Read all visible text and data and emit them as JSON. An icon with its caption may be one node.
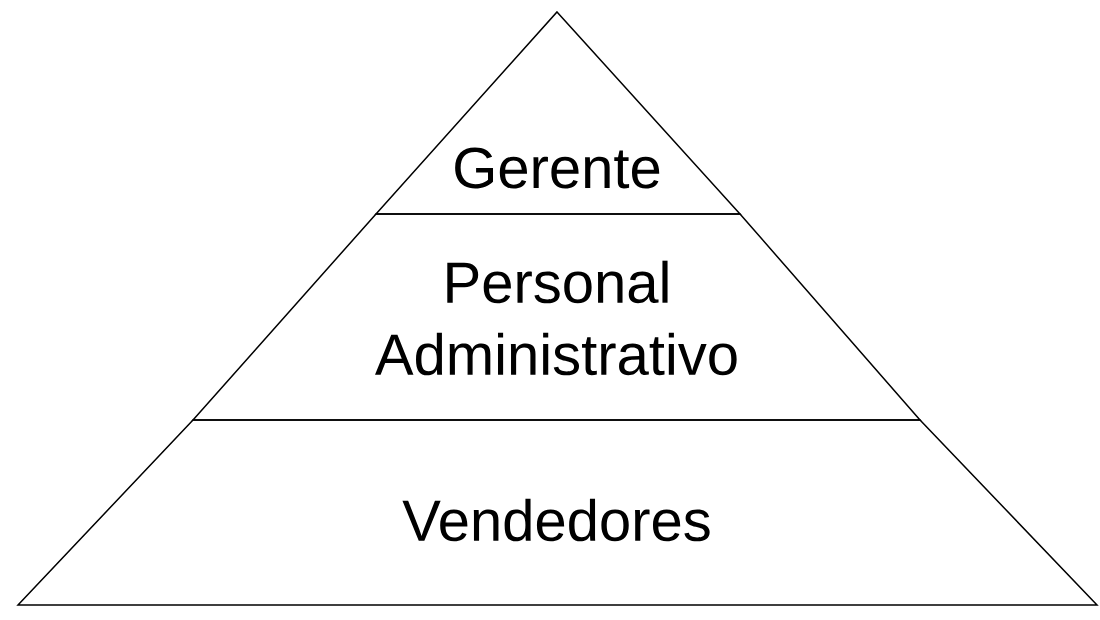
{
  "diagram": {
    "nodes": [
      {
        "text": [
          "Gerente"
        ]
      },
      {
        "text": [
          "Personal Administrativo"
        ]
      },
      {
        "text": [
          "Vendedores"
        ]
      }
    ]
  }
}
